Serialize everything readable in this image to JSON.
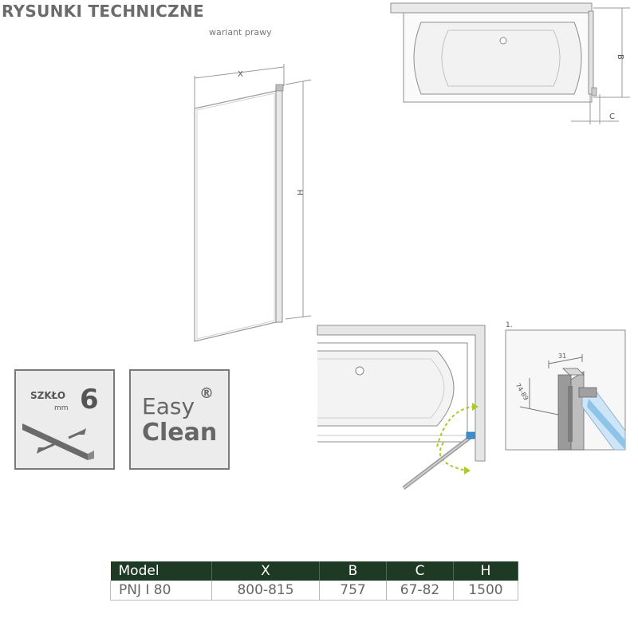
{
  "header": {
    "title": "RYSUNKI TECHNICZNE",
    "variant": "wariant prawy"
  },
  "dimension_labels": {
    "x": "X",
    "h": "H",
    "b": "B",
    "c": "C"
  },
  "detail": {
    "number": "1.",
    "width": "31",
    "range": "74-89"
  },
  "badges": {
    "glass": {
      "word": "SZKŁO",
      "unit": "mm",
      "value": "6"
    },
    "easy_clean": {
      "line1": "Easy",
      "line2": "Clean",
      "mark": "®"
    }
  },
  "specs": {
    "headers": [
      "Model",
      "X",
      "B",
      "C",
      "H"
    ],
    "rows": [
      [
        "PNJ I 80",
        "800-815",
        "757",
        "67-82",
        "1500"
      ]
    ]
  },
  "colors": {
    "table_header": "#1f3a24",
    "arrow": "#a8cc2a",
    "glass": "#8fc4ea",
    "hinge": "#3a8fd0"
  }
}
